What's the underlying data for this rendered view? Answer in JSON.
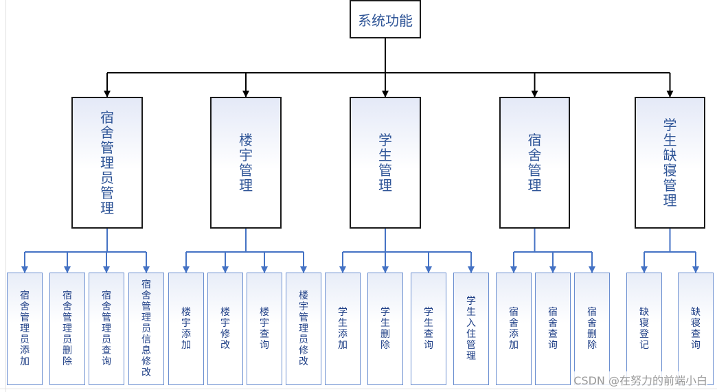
{
  "diagram": {
    "root": {
      "label": "系统功能"
    },
    "modules": [
      {
        "label": "宿舍管理员管理",
        "children": [
          "宿舍管理员添加",
          "宿舍管理员删除",
          "宿舍管理员查询",
          "宿舍管理员信息修改"
        ]
      },
      {
        "label": "楼宇管理",
        "children": [
          "楼宇添加",
          "楼宇修改",
          "楼宇查询",
          "楼宇管理员修改"
        ]
      },
      {
        "label": "学生管理",
        "children": [
          "学生添加",
          "学生删除",
          "学生查询",
          "学生入住管理"
        ]
      },
      {
        "label": "宿舍管理",
        "children": [
          "宿舍添加",
          "宿舍查询",
          "宿舍删除"
        ]
      },
      {
        "label": "学生缺寝管理",
        "children": [
          "缺寝登记",
          "缺寝查询"
        ]
      }
    ],
    "colors": {
      "text": "#2f5597",
      "leaf_border": "#6a8ed0",
      "connector_top": "#000000",
      "connector_bottom": "#4472c4"
    }
  },
  "watermark": "CSDN @在努力的前端小白"
}
